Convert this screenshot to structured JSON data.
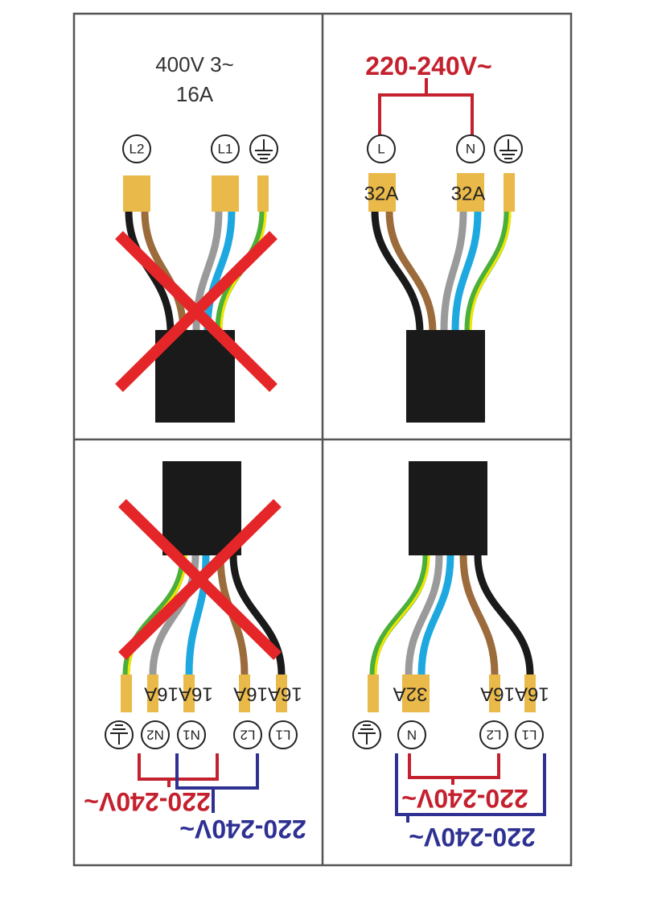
{
  "colors": {
    "red": "#C4202E",
    "blue": "#2E3192",
    "sleeve": "#E9B949",
    "cross": "#E52629",
    "black": "#1a1a1a",
    "brown": "#9C6B3C",
    "grey": "#9A9A9A",
    "cable_blue": "#1EA8E0",
    "green": "#4CAF3A",
    "yellow": "#F2E600"
  },
  "panels": {
    "top_left": {
      "title_line1": "400V 3~",
      "title_line2": "16A",
      "terminals": [
        "L2",
        "L1",
        "earth"
      ],
      "crossed": true
    },
    "top_right": {
      "voltage": "220-240V~",
      "terminals": [
        "L",
        "N",
        "earth"
      ],
      "amps": [
        "32A",
        "32A"
      ],
      "crossed": false
    },
    "bottom_left": {
      "terminals": [
        "earth",
        "N2",
        "N1",
        "L2",
        "L1"
      ],
      "amps_left": "16A16A",
      "amps_right": "16A16A",
      "voltage_red": "220-240V~",
      "voltage_blue": "220-240V~",
      "crossed": true
    },
    "bottom_right": {
      "terminals": [
        "earth",
        "N",
        "L2",
        "L1"
      ],
      "amps_left": "32A",
      "amps_right": "16A16A",
      "voltage_red": "220-240V~",
      "voltage_blue": "220-240V~",
      "crossed": false
    }
  }
}
